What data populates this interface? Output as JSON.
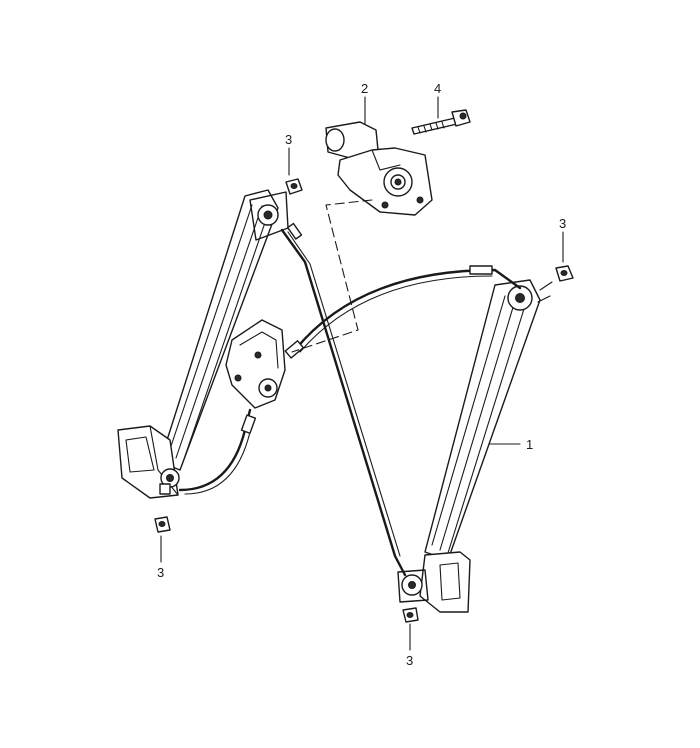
{
  "callouts": [
    {
      "id": "c1",
      "text": "1"
    },
    {
      "id": "c2",
      "text": "2"
    },
    {
      "id": "c4",
      "text": "4"
    },
    {
      "id": "c3a",
      "text": "3"
    },
    {
      "id": "c3b",
      "text": "3"
    },
    {
      "id": "c3c",
      "text": "3"
    },
    {
      "id": "c3d",
      "text": "3"
    }
  ]
}
